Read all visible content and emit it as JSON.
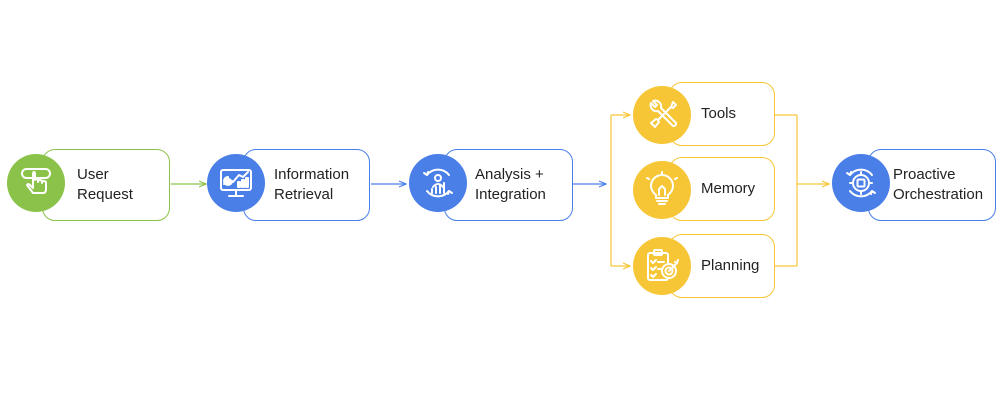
{
  "colors": {
    "green": "#8bc34a",
    "blue": "#4a7fe8",
    "yellow": "#f7c637",
    "card_text": "#222222"
  },
  "nodes": {
    "user_request": {
      "label_line1": "User",
      "label_line2": "Request",
      "icon": "hand-pointer-icon"
    },
    "information_retrieval": {
      "label_line1": "Information",
      "label_line2": "Retrieval",
      "icon": "analytics-monitor-icon"
    },
    "analysis_integration": {
      "label_line1": "Analysis +",
      "label_line2": "Integration",
      "icon": "data-analysis-icon"
    },
    "tools": {
      "label": "Tools",
      "icon": "wrench-screwdriver-icon"
    },
    "memory": {
      "label": "Memory",
      "icon": "lightbulb-icon"
    },
    "planning": {
      "label": "Planning",
      "icon": "checklist-target-icon"
    },
    "proactive_orchestration": {
      "label_line1": "Proactive",
      "label_line2": "Orchestration",
      "icon": "gear-chip-icon"
    }
  }
}
